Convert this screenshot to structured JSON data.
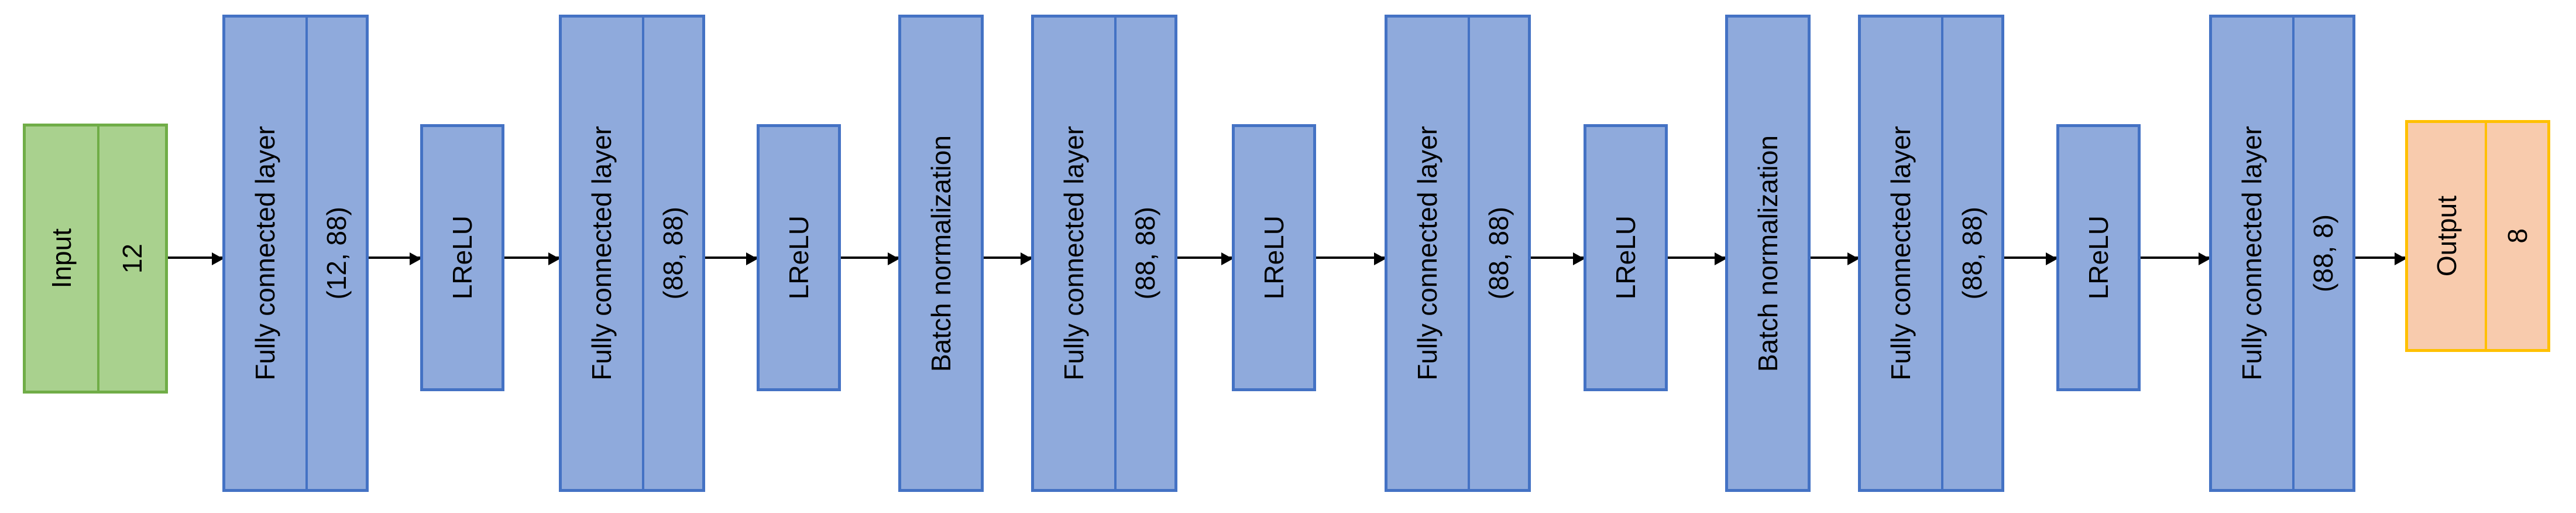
{
  "diagram": {
    "title": "Neural network architecture block diagram",
    "type": "flow-diagram",
    "orientation": "left-to-right",
    "text_orientation": "rotated-90-ccw",
    "colors": {
      "input_fill": "#A9D18E",
      "input_border": "#70AD47",
      "layer_fill": "#8FAADC",
      "layer_border": "#4472C4",
      "output_fill": "#F8CBAD",
      "output_border": "#FFC000",
      "arrow": "#000000",
      "background": "#FFFFFF"
    },
    "blocks": [
      {
        "kind": "input",
        "name": "Input",
        "shape": "12"
      },
      {
        "kind": "fc",
        "name": "Fully connected layer",
        "shape": "(12, 88)"
      },
      {
        "kind": "lrelu",
        "name": "LReLU",
        "shape": null
      },
      {
        "kind": "fc",
        "name": "Fully connected layer",
        "shape": "(88, 88)"
      },
      {
        "kind": "lrelu",
        "name": "LReLU",
        "shape": null
      },
      {
        "kind": "batchnorm",
        "name": "Batch normalization",
        "shape": null
      },
      {
        "kind": "fc",
        "name": "Fully connected layer",
        "shape": "(88, 88)"
      },
      {
        "kind": "lrelu",
        "name": "LReLU",
        "shape": null
      },
      {
        "kind": "fc",
        "name": "Fully connected layer",
        "shape": "(88, 88)"
      },
      {
        "kind": "lrelu",
        "name": "LReLU",
        "shape": null
      },
      {
        "kind": "batchnorm",
        "name": "Batch normalization",
        "shape": null
      },
      {
        "kind": "fc",
        "name": "Fully connected layer",
        "shape": "(88, 88)"
      },
      {
        "kind": "lrelu",
        "name": "LReLU",
        "shape": null
      },
      {
        "kind": "fc",
        "name": "Fully connected layer",
        "shape": "(88, 8)"
      },
      {
        "kind": "output",
        "name": "Output",
        "shape": "8"
      }
    ]
  }
}
